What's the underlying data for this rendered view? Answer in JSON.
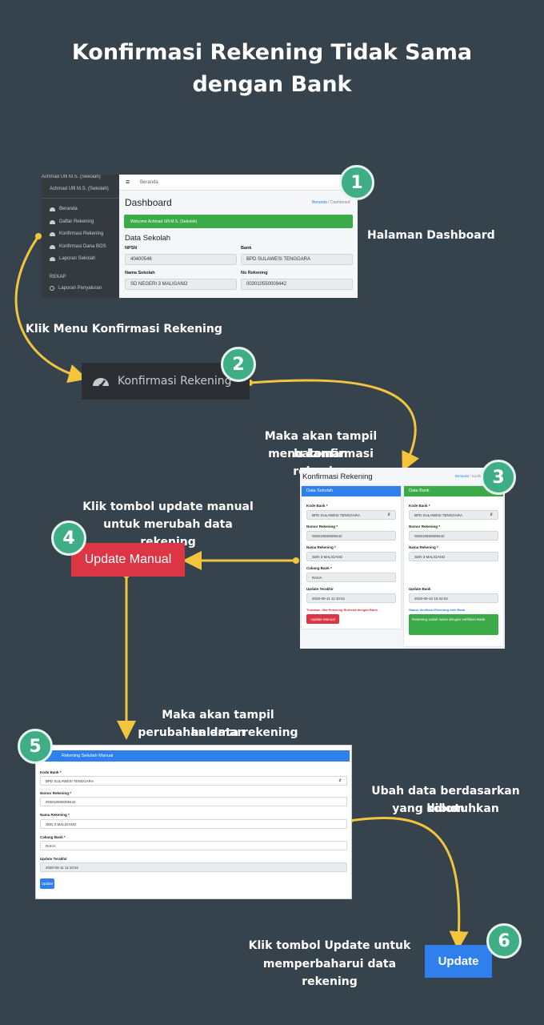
{
  "title": {
    "line1": "Konfirmasi Rekening Tidak Sama",
    "line2": "dengan Bank"
  },
  "steps": {
    "s1": "1",
    "s2": "2",
    "s3": "3",
    "s4": "4",
    "s5": "5",
    "s6": "6"
  },
  "captions": {
    "dashboard": "Halaman Dashboard",
    "click_menu": "Klik Menu Konfirmasi Rekening",
    "show_confirm_1": "Maka akan tampil halaman",
    "show_confirm_2": "menu konfirmasi rekening",
    "click_update_1": "Klik tombol update manual",
    "click_update_2": "untuk merubah data rekening",
    "show_change_1": "Maka akan tampil halaman",
    "show_change_2": "perubahan data rekening",
    "edit_1": "Ubah data berdasarkan kolom",
    "edit_2": "yang dibutuhkan",
    "final_1": "Klik tombol Update untuk",
    "final_2": "memperbaharui data rekening"
  },
  "dashboard": {
    "sidebar_top": "Achmad Ulfi M.S. (Sekolah)",
    "user": "Achmad Ulfi M.S. (Sekolah)",
    "menu": [
      "Beranda",
      "Daftar Rekening",
      "Konfirmasi Rekening",
      "Konfirmasi Dana BOS",
      "Laporan Sekolah"
    ],
    "section": "REKAP",
    "menu2": "Laporan Penyaluran",
    "topbar": "Beranda",
    "page_title": "Dashboard",
    "breadcrumb_link": "Beranda",
    "breadcrumb_sep": "/",
    "breadcrumb_current": "Dashboard",
    "alert": "Welcome Achmad Ulfi M.S. (Sekolah)",
    "section_title": "Data Sekolah",
    "npsn_label": "NPSN",
    "npsn_value": "40400546",
    "bank_label": "Bank",
    "bank_value": "BPD SULAWESI TENGGARA",
    "nama_label": "Nama Sekolah",
    "nama_value": "SD NEGERI 3 MALIGANO",
    "norek_label": "No Rekening",
    "norek_value": "003010550009442"
  },
  "menu_button": {
    "label": "Konfirmasi Rekening",
    "icon": "dashboard-gauge-icon"
  },
  "confirm": {
    "page_title": "Konfirmasi Rekening",
    "breadcrumb_link": "Beranda",
    "breadcrumb_sep": "/",
    "breadcrumb_current": "Konfirm",
    "left_header": "Data Sekolah",
    "right_header": "Data Bank",
    "kode_bank_label": "Kode Bank *",
    "kode_bank_value": "BPD SULAWESI TENGGARA",
    "norek_label": "Nomor Rekening *",
    "norek_value": "003010550009442",
    "nama_label": "Nama Rekening *",
    "nama_value": "SDN 3 MALIGANO",
    "cabang_label": "Cabang Bank *",
    "cabang_value": "RAHA",
    "update_label": "Update Terakhir",
    "update_value": "2020-06-11 11:10:51",
    "warning": "Tindakan Jika Rekening Berbeda dengan Bank",
    "update_button": "Update Manual",
    "bank_kode_value": "BPD SULAWESI TENGGARA",
    "bank_norek_value": "003010550009442",
    "bank_nama_value": "SDN 3 MALIGANO",
    "bank_update_label": "Update Bank",
    "bank_update_value": "2020-06-10 16:34:04",
    "status_label": "Status Verifikasi Rekening oleh Bank",
    "status_value": "Rekening sudah sama dengan verifikasi Bank"
  },
  "update_manual_big": "Update Manual",
  "form": {
    "header": "Rekening Sekolah Manual",
    "kode_bank_label": "Kode Bank *",
    "kode_bank_value": "BPD SULAWESI TENGGARA",
    "norek_label": "Nomor Rekening *",
    "norek_value": "003010550009442",
    "nama_label": "Nama Rekening *",
    "nama_value": "SDN 3 MALIGANO",
    "cabang_label": "Cabang Bank *",
    "cabang_value": "RAHA",
    "update_label": "Update Terakhir",
    "update_value": "2020-06-11 11:10:51",
    "button": "Update"
  },
  "update_big": "Update",
  "colors": {
    "background": "#36434d",
    "badge": "#3fae86",
    "arrow": "#f2c53d",
    "red": "#dc3545",
    "blue": "#2f80ed",
    "green": "#3aab48"
  }
}
